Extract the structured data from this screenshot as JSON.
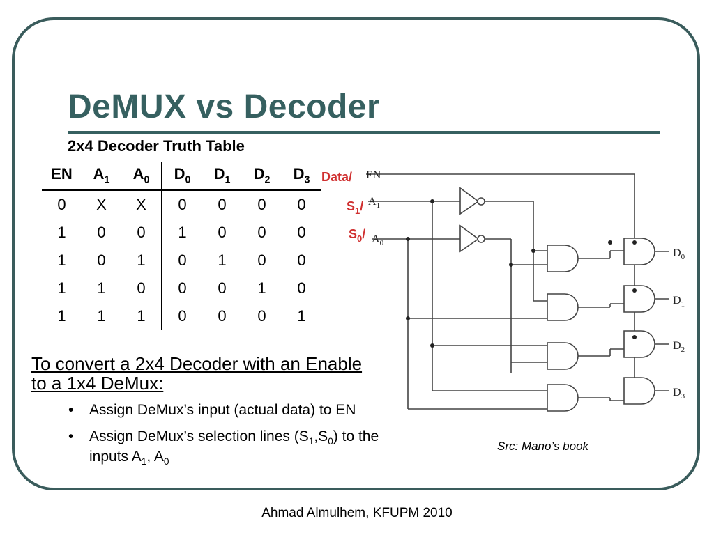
{
  "slide": {
    "title": "DeMUX vs Decoder",
    "table_caption": "2x4 Decoder Truth Table",
    "source": "Src: Mano’s book",
    "footer": "Ahmad Almulhem, KFUPM 2010"
  },
  "truth_table": {
    "headers": [
      {
        "main": "EN",
        "sub": ""
      },
      {
        "main": "A",
        "sub": "1"
      },
      {
        "main": "A",
        "sub": "0"
      },
      {
        "main": "D",
        "sub": "0"
      },
      {
        "main": "D",
        "sub": "1"
      },
      {
        "main": "D",
        "sub": "2"
      },
      {
        "main": "D",
        "sub": "3"
      }
    ],
    "rows": [
      [
        "0",
        "X",
        "X",
        "0",
        "0",
        "0",
        "0"
      ],
      [
        "1",
        "0",
        "0",
        "1",
        "0",
        "0",
        "0"
      ],
      [
        "1",
        "0",
        "1",
        "0",
        "1",
        "0",
        "0"
      ],
      [
        "1",
        "1",
        "0",
        "0",
        "0",
        "1",
        "0"
      ],
      [
        "1",
        "1",
        "1",
        "0",
        "0",
        "0",
        "1"
      ]
    ]
  },
  "body": {
    "lead": "To convert a 2x4 Decoder with an Enable to a 1x4 DeMux:",
    "bullet1": "Assign DeMux’s input (actual data) to EN",
    "bullet2_prefix": "Assign DeMux’s selection lines (S",
    "bullet2_s1": "1",
    "bullet2_mid1": ",S",
    "bullet2_s0": "0",
    "bullet2_mid2": ") to the inputs A",
    "bullet2_a1": "1",
    "bullet2_mid3": ", A",
    "bullet2_a0": "0",
    "bullet_symbol": "•"
  },
  "diagram": {
    "data_label": "Data/",
    "s1_label": "S",
    "s1_sub": "1",
    "s0_label": "S",
    "s0_sub": "0",
    "slash": "/",
    "en": "EN",
    "a1": "A",
    "a1_sub": "1",
    "a0": "A",
    "a0_sub": "0",
    "outputs": [
      {
        "main": "D",
        "sub": "0"
      },
      {
        "main": "D",
        "sub": "1"
      },
      {
        "main": "D",
        "sub": "2"
      },
      {
        "main": "D",
        "sub": "3"
      }
    ]
  },
  "colors": {
    "title": "#366060",
    "frame": "#3a5c5c",
    "red_label": "#d03030"
  }
}
